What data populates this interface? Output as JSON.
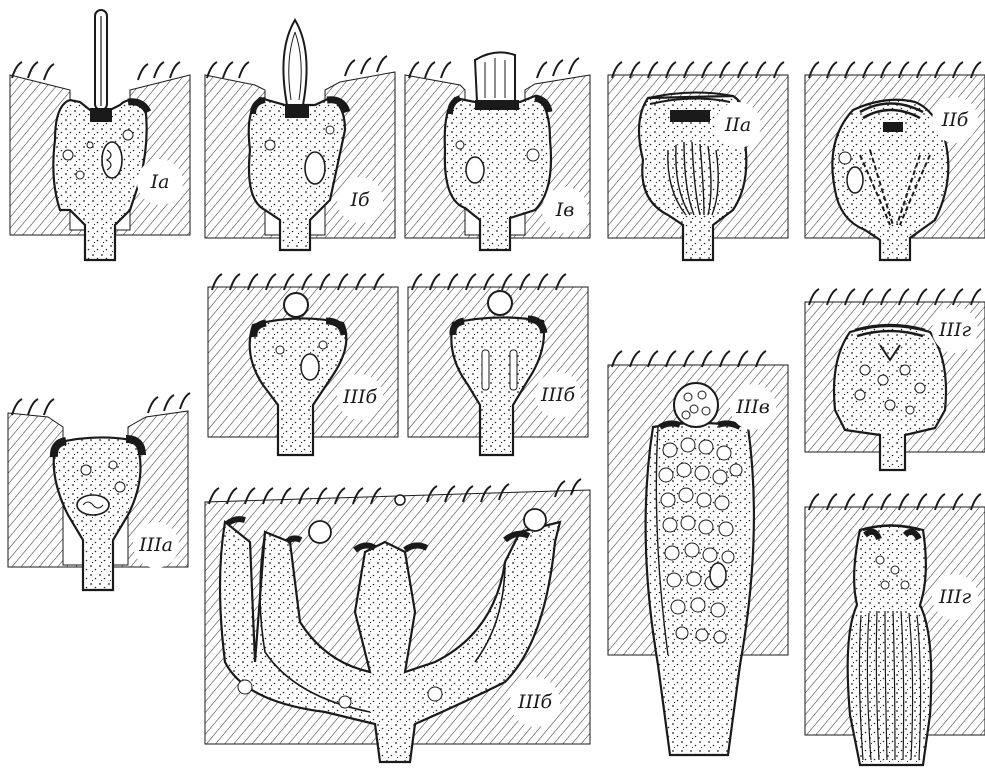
{
  "figure": {
    "panels": [
      {
        "id": "Ia",
        "label": "Iа"
      },
      {
        "id": "Ib",
        "label": "Iб"
      },
      {
        "id": "Iv",
        "label": "Iв"
      },
      {
        "id": "IIa",
        "label": "IIа"
      },
      {
        "id": "IIb",
        "label": "IIб"
      },
      {
        "id": "IIIb1",
        "label": "IIIб"
      },
      {
        "id": "IIIb2",
        "label": "IIIб"
      },
      {
        "id": "IIIg1",
        "label": "IIIг"
      },
      {
        "id": "IIIa",
        "label": "IIIа"
      },
      {
        "id": "IIIb3",
        "label": "IIIб"
      },
      {
        "id": "IIIv",
        "label": "IIIв"
      },
      {
        "id": "IIIg2",
        "label": "IIIг"
      }
    ]
  },
  "colors": {
    "ink": "#1a1a1a",
    "paper": "#ffffff",
    "hatch": "#3a3a3a"
  }
}
